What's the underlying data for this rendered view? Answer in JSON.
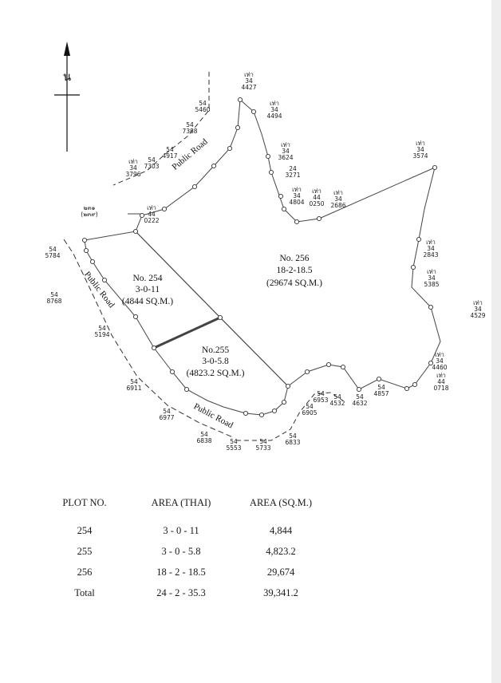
{
  "north_label": "น",
  "plots": [
    {
      "name": "No. 254",
      "area_thai": "3-0-11",
      "area_sqm": "(4844 SQ.M.)"
    },
    {
      "name": "No.255",
      "area_thai": "3-0-5.8",
      "area_sqm": "(4823.2 SQ.M.)"
    },
    {
      "name": "No. 256",
      "area_thai": "18-2-18.5",
      "area_sqm": "(29674 SQ.M.)"
    }
  ],
  "road_label": "Public Road",
  "boundary_labels": [
    {
      "l1": "เท่า",
      "l2": "34",
      "l3": "4427"
    },
    {
      "l1": "เท่า",
      "l2": "34",
      "l3": "4494"
    },
    {
      "l1": "เท่า",
      "l2": "34",
      "l3": "3624"
    },
    {
      "l1": "24",
      "l2": "3271"
    },
    {
      "l1": "เท่า",
      "l2": "34",
      "l3": "4804"
    },
    {
      "l1": "เท่า",
      "l2": "44",
      "l3": "0250"
    },
    {
      "l1": "เท่า",
      "l2": "34",
      "l3": "2686"
    },
    {
      "l1": "เท่า",
      "l2": "34",
      "l3": "3574"
    },
    {
      "l1": "เท่า",
      "l2": "34",
      "l3": "2843"
    },
    {
      "l1": "เท่า",
      "l2": "34",
      "l3": "5385"
    },
    {
      "l1": "เท่า",
      "l2": "34",
      "l3": "4529"
    },
    {
      "l1": "เท่า",
      "l2": "34",
      "l3": "4460"
    },
    {
      "l1": "เท่า",
      "l2": "44",
      "l3": "0718"
    },
    {
      "l1": "54",
      "l2": "4857"
    },
    {
      "l1": "54",
      "l2": "4632"
    },
    {
      "l1": "54",
      "l2": "4532"
    },
    {
      "l1": "54",
      "l2": "6953"
    },
    {
      "l1": "54",
      "l2": "6905"
    },
    {
      "l1": "54",
      "l2": "6833"
    },
    {
      "l1": "54",
      "l2": "5733"
    },
    {
      "l1": "54",
      "l2": "5553"
    },
    {
      "l1": "54",
      "l2": "6838"
    },
    {
      "l1": "54",
      "l2": "6977"
    },
    {
      "l1": "54",
      "l2": "6911"
    },
    {
      "l1": "54",
      "l2": "5194"
    },
    {
      "l1": "54",
      "l2": "8768"
    },
    {
      "l1": "54",
      "l2": "5784"
    },
    {
      "l1": "๒๓๑",
      "l2": "(๒๓๙)"
    },
    {
      "l1": "เท่า",
      "l2": "44",
      "l3": "0222"
    },
    {
      "l1": "เท่า",
      "l2": "34",
      "l3": "3796"
    },
    {
      "l1": "54",
      "l2": "7303"
    },
    {
      "l1": "54",
      "l2": "4917"
    },
    {
      "l1": "54",
      "l2": "7388"
    },
    {
      "l1": "54",
      "l2": "5460"
    }
  ],
  "table": {
    "headers": [
      "PLOT NO.",
      "AREA (THAI)",
      "AREA (SQ.M.)"
    ],
    "rows": [
      [
        "254",
        "3 - 0 - 11",
        "4,844"
      ],
      [
        "255",
        "3 - 0 - 5.8",
        "4,823.2"
      ],
      [
        "256",
        "18 - 2 - 18.5",
        "29,674"
      ],
      [
        "Total",
        "24 - 2 - 35.3",
        "39,341.2"
      ]
    ]
  }
}
